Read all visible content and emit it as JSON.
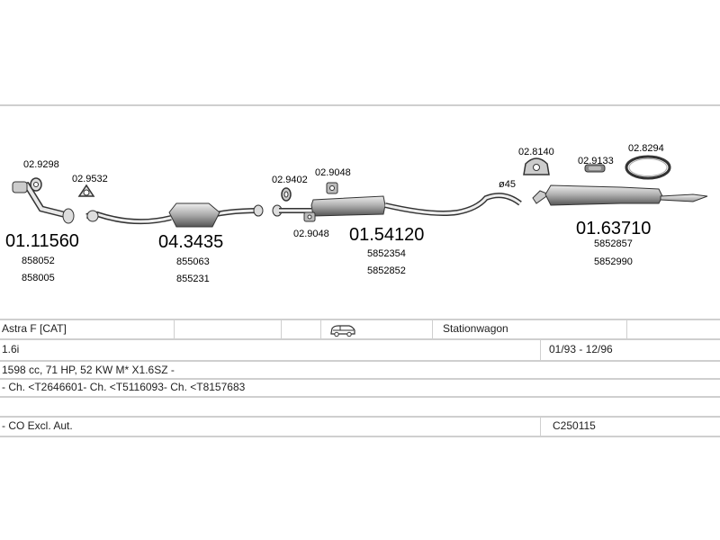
{
  "parts": [
    {
      "id": "p1",
      "code": "02.9298"
    },
    {
      "id": "p2",
      "code": "02.9532"
    },
    {
      "id": "p3",
      "code": "01.11560",
      "refs": [
        "858052",
        "858005"
      ]
    },
    {
      "id": "p4",
      "code": "04.3435",
      "refs": [
        "855063",
        "855231"
      ]
    },
    {
      "id": "p5",
      "code": "02.9402"
    },
    {
      "id": "p6",
      "code": "02.9048"
    },
    {
      "id": "p7",
      "code": "02.9048"
    },
    {
      "id": "p8",
      "code": "01.54120",
      "refs": [
        "5852354",
        "5852852"
      ]
    },
    {
      "id": "p9",
      "code": "02.8140"
    },
    {
      "id": "p10",
      "code": "02.9133"
    },
    {
      "id": "p11",
      "code": "02.8294"
    },
    {
      "id": "p12",
      "code": "01.63710",
      "refs": [
        "5852857",
        "5852990"
      ]
    }
  ],
  "pipe_diameter": "ø45",
  "table": {
    "model": "Astra F  [CAT]",
    "body_type": "Stationwagon",
    "engine": "1.6i",
    "dates": "01/93 - 12/96",
    "specs": "1598 cc, 71 HP, 52 KW M* X1.6SZ -",
    "chassis": "- Ch. <T2646601- Ch. <T5116093- Ch. <T8157683",
    "note": "- CO Excl. Aut.",
    "catalog_code": "C250115"
  },
  "icons": {
    "body_type": "car-van-icon"
  },
  "colors": {
    "line": "#333333",
    "part_fill": "#bbbbbb",
    "rule": "#cfcfcf"
  }
}
